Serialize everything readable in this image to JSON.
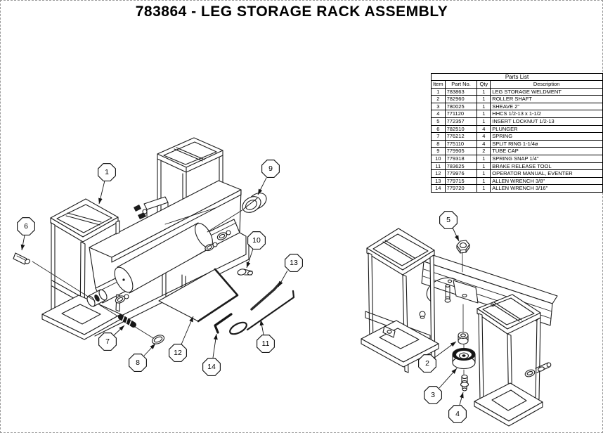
{
  "page_title": "783864 - LEG STORAGE RACK ASSEMBLY",
  "parts_list": {
    "title": "Parts List",
    "columns": [
      "Item",
      "Part No.",
      "Qty",
      "Description"
    ],
    "rows": [
      {
        "item": "1",
        "part_no": "783863",
        "qty": "1",
        "description": "LEG STORAGE WELDMENT"
      },
      {
        "item": "2",
        "part_no": "782960",
        "qty": "1",
        "description": "ROLLER SHAFT"
      },
      {
        "item": "3",
        "part_no": "780025",
        "qty": "1",
        "description": "SHEAVE 2\""
      },
      {
        "item": "4",
        "part_no": "771120",
        "qty": "1",
        "description": "HHCS 1/2-13 x 1-1/2"
      },
      {
        "item": "5",
        "part_no": "772357",
        "qty": "1",
        "description": "INSERT LOCKNUT 1/2-13"
      },
      {
        "item": "6",
        "part_no": "782510",
        "qty": "4",
        "description": "PLUNGER"
      },
      {
        "item": "7",
        "part_no": "776212",
        "qty": "4",
        "description": "SPRING"
      },
      {
        "item": "8",
        "part_no": "775110",
        "qty": "4",
        "description": "SPLIT RING 1-1/4ø"
      },
      {
        "item": "9",
        "part_no": "779905",
        "qty": "2",
        "description": "TUBE CAP"
      },
      {
        "item": "10",
        "part_no": "779318",
        "qty": "1",
        "description": "SPRING SNAP 1/4\""
      },
      {
        "item": "11",
        "part_no": "783625",
        "qty": "1",
        "description": "BRAKE RELEASE TOOL"
      },
      {
        "item": "12",
        "part_no": "779976",
        "qty": "1",
        "description": "OPERATOR MANUAL, EVENTER"
      },
      {
        "item": "13",
        "part_no": "779715",
        "qty": "1",
        "description": "ALLEN WRENCH 3/8\""
      },
      {
        "item": "14",
        "part_no": "779720",
        "qty": "1",
        "description": "ALLEN WRENCH 3/16\""
      }
    ]
  },
  "callouts": [
    "1",
    "2",
    "3",
    "4",
    "5",
    "6",
    "7",
    "8",
    "9",
    "10",
    "11",
    "12",
    "13",
    "14"
  ],
  "colors": {
    "line": "#1c1c1c",
    "background": "#ffffff",
    "text": "#000000"
  }
}
